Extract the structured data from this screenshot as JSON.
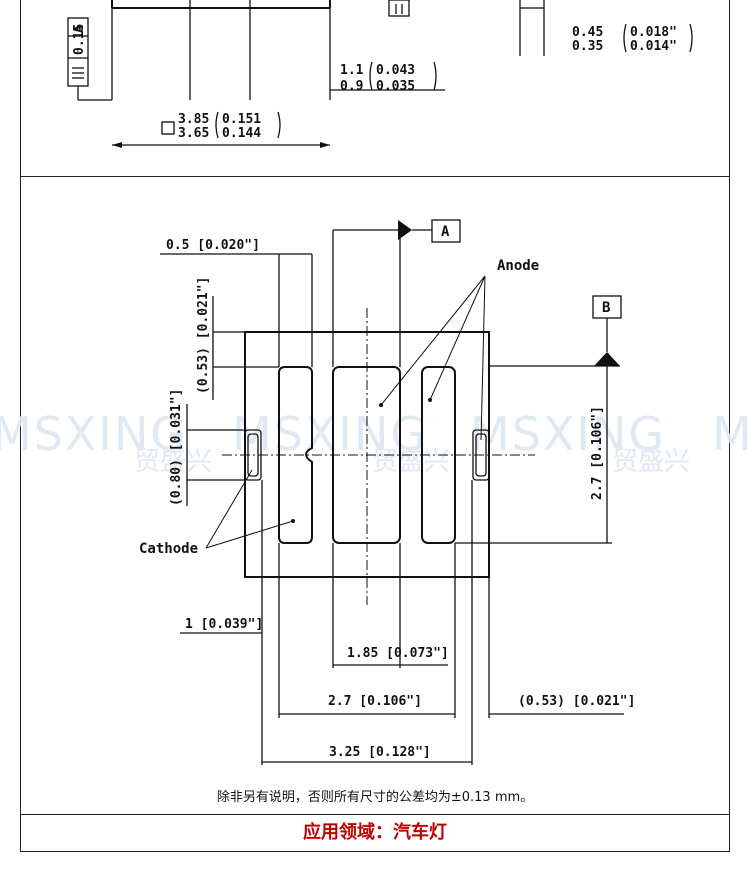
{
  "top_view": {
    "flatness": "0.15",
    "flatness_datum": "A",
    "height_max": "1.1",
    "height_min": "0.9",
    "height_in_max": "0.043",
    "height_in_min": "0.035",
    "width_max": "3.85",
    "width_min": "3.65",
    "width_in_max": "0.151",
    "width_in_min": "0.144",
    "lead_max": "0.45",
    "lead_min": "0.35",
    "lead_in_max": "0.018\"",
    "lead_in_min": "0.014\""
  },
  "bottom_view": {
    "datum_a": "A",
    "datum_b": "B",
    "anode_label": "Anode",
    "cathode_label": "Cathode",
    "dim_pad_width": "0.5 [0.020\"]",
    "dim_top_offset": "(0.53) [0.021\"]",
    "dim_notch": "(0.80) [0.031\"]",
    "dim_height": "2.7 [0.106\"]",
    "dim_cathode_edge": "1 [0.039\"]",
    "dim_center": "1.85 [0.073\"]",
    "dim_inner_width": "2.7 [0.106\"]",
    "dim_side_offset": "(0.53) [0.021\"]",
    "dim_overall": "3.25 [0.128\"]"
  },
  "watermark": {
    "brand": "MSXING",
    "brand_cn": "贸盛兴"
  },
  "note": "除非另有说明，否则所有尺寸的公差均为±0.13 mm。",
  "footer": "应用领域：汽车灯"
}
